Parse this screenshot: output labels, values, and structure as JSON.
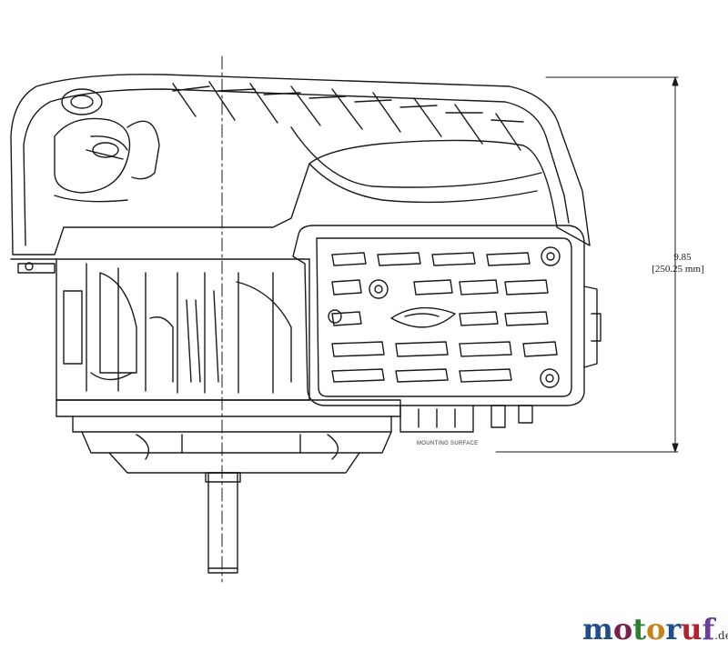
{
  "dimension": {
    "value_inches": "9.85",
    "value_metric": "[250.25 mm]"
  },
  "labels": {
    "mounting_surface": "MOUNTING SURFACE"
  },
  "watermark": {
    "letters": [
      "m",
      "o",
      "t",
      "o",
      "r",
      "u",
      "f"
    ],
    "letter_colors": [
      "#1f4e8c",
      "#7a1f4d",
      "#2f7d32",
      "#c7821a",
      "#1f4e8c",
      "#b0262e",
      "#6a3d99"
    ],
    "suffix": ".de"
  },
  "colors": {
    "line": "#1a1a1a",
    "background": "#ffffff"
  }
}
